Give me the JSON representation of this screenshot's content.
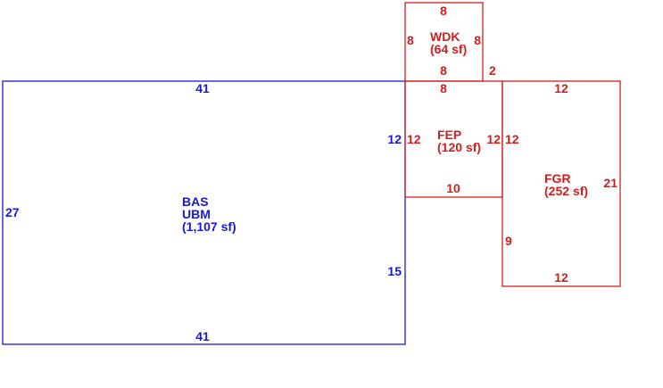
{
  "colors": {
    "main": "#1a1ad6",
    "addition": "#d21e1e"
  },
  "areas": {
    "bas": {
      "code": "BAS",
      "code2": "UBM",
      "area": "(1,107 sf)",
      "dims": {
        "top": "41",
        "bottom": "41",
        "left": "27",
        "right_upper": "12",
        "right_lower": "15"
      }
    },
    "wdk": {
      "code": "WDK",
      "area": "(64 sf)",
      "dims": {
        "top": "8",
        "bottom": "8",
        "left": "8",
        "right": "8",
        "offset": "2"
      }
    },
    "fep": {
      "code": "FEP",
      "area": "(120 sf)",
      "dims": {
        "top": "8",
        "bottom": "10",
        "left": "12",
        "right": "12"
      }
    },
    "fgr": {
      "code": "FGR",
      "area": "(252 sf)",
      "dims": {
        "top": "12",
        "bottom": "12",
        "left_upper": "12",
        "left_lower": "9",
        "right": "21"
      }
    }
  }
}
